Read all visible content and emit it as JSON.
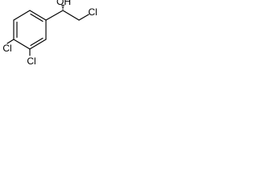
{
  "molecule": {
    "atoms": {
      "hydroxyl": "OH",
      "chlorine_side_chain": "Cl",
      "chlorine_ring_para": "Cl",
      "chlorine_ring_meta": "Cl"
    },
    "stereocenter": "hashed-wedge"
  },
  "colors": {
    "ink": "#000000",
    "background": "#ffffff"
  }
}
